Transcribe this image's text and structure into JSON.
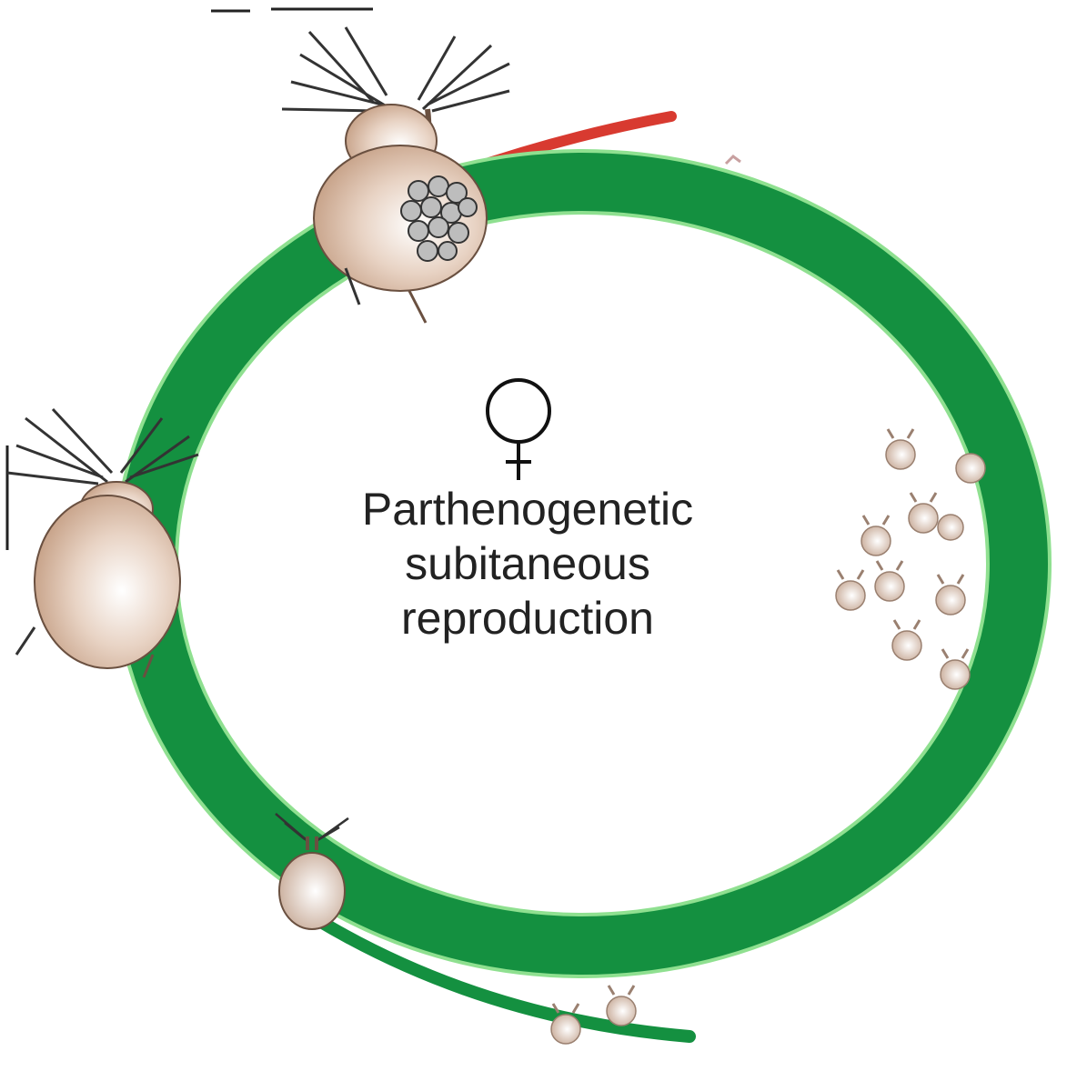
{
  "center": {
    "symbol_name": "female-symbol-icon",
    "line1": "Parthenogenetic",
    "line2": "subitaneous",
    "line3": "reproduction"
  },
  "colors": {
    "cycle_green": "#149040",
    "edge_green": "#8fe090",
    "red_branch": "#d83a30",
    "body_fill": "#dcc0ac",
    "body_stroke": "#6a5040",
    "egg_fill": "#bdbdbd"
  },
  "organisms": [
    {
      "name": "adult-female-with-eggs-icon",
      "stage": "adult",
      "eggs": true
    },
    {
      "name": "adult-female-icon",
      "stage": "adult",
      "eggs": false
    },
    {
      "name": "juvenile-female-icon",
      "stage": "juvenile",
      "eggs": false
    },
    {
      "name": "neonate-cluster-icon",
      "stage": "neonate",
      "eggs": false
    },
    {
      "name": "neonate-pair-icon",
      "stage": "neonate",
      "eggs": false
    }
  ]
}
